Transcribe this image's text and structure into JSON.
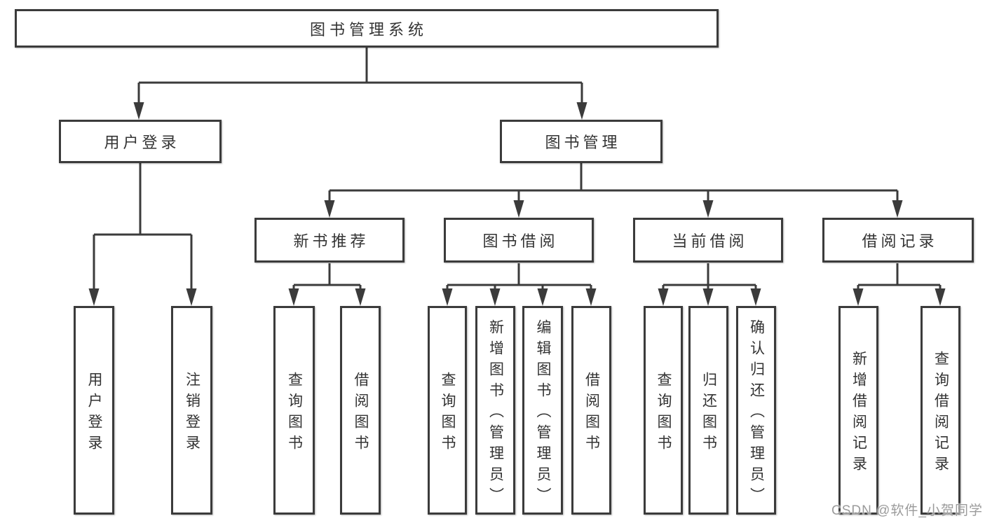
{
  "root": {
    "label": "图书管理系统"
  },
  "branches": [
    {
      "label": "用户登录",
      "children": [
        {
          "label": "用户登录"
        },
        {
          "label": "注销登录"
        }
      ]
    },
    {
      "label": "图书管理",
      "children": [
        {
          "label": "新书推荐",
          "children": [
            {
              "label": "查询图书"
            },
            {
              "label": "借阅图书"
            }
          ]
        },
        {
          "label": "图书借阅",
          "children": [
            {
              "label": "查询图书"
            },
            {
              "label": "新增图书（管理员）"
            },
            {
              "label": "编辑图书（管理员）"
            },
            {
              "label": "借阅图书"
            }
          ]
        },
        {
          "label": "当前借阅",
          "children": [
            {
              "label": "查询图书"
            },
            {
              "label": "归还图书"
            },
            {
              "label": "确认归还（管理员）"
            }
          ]
        },
        {
          "label": "借阅记录",
          "children": [
            {
              "label": "新增借阅记录"
            },
            {
              "label": "查询借阅记录"
            }
          ]
        }
      ]
    }
  ],
  "watermark": {
    "text": "CSDN @软件_小贺同学"
  },
  "colors": {
    "line": "#3b3b3b",
    "text": "#333333",
    "watermark": "#9b9b9b",
    "background": "#ffffff"
  }
}
